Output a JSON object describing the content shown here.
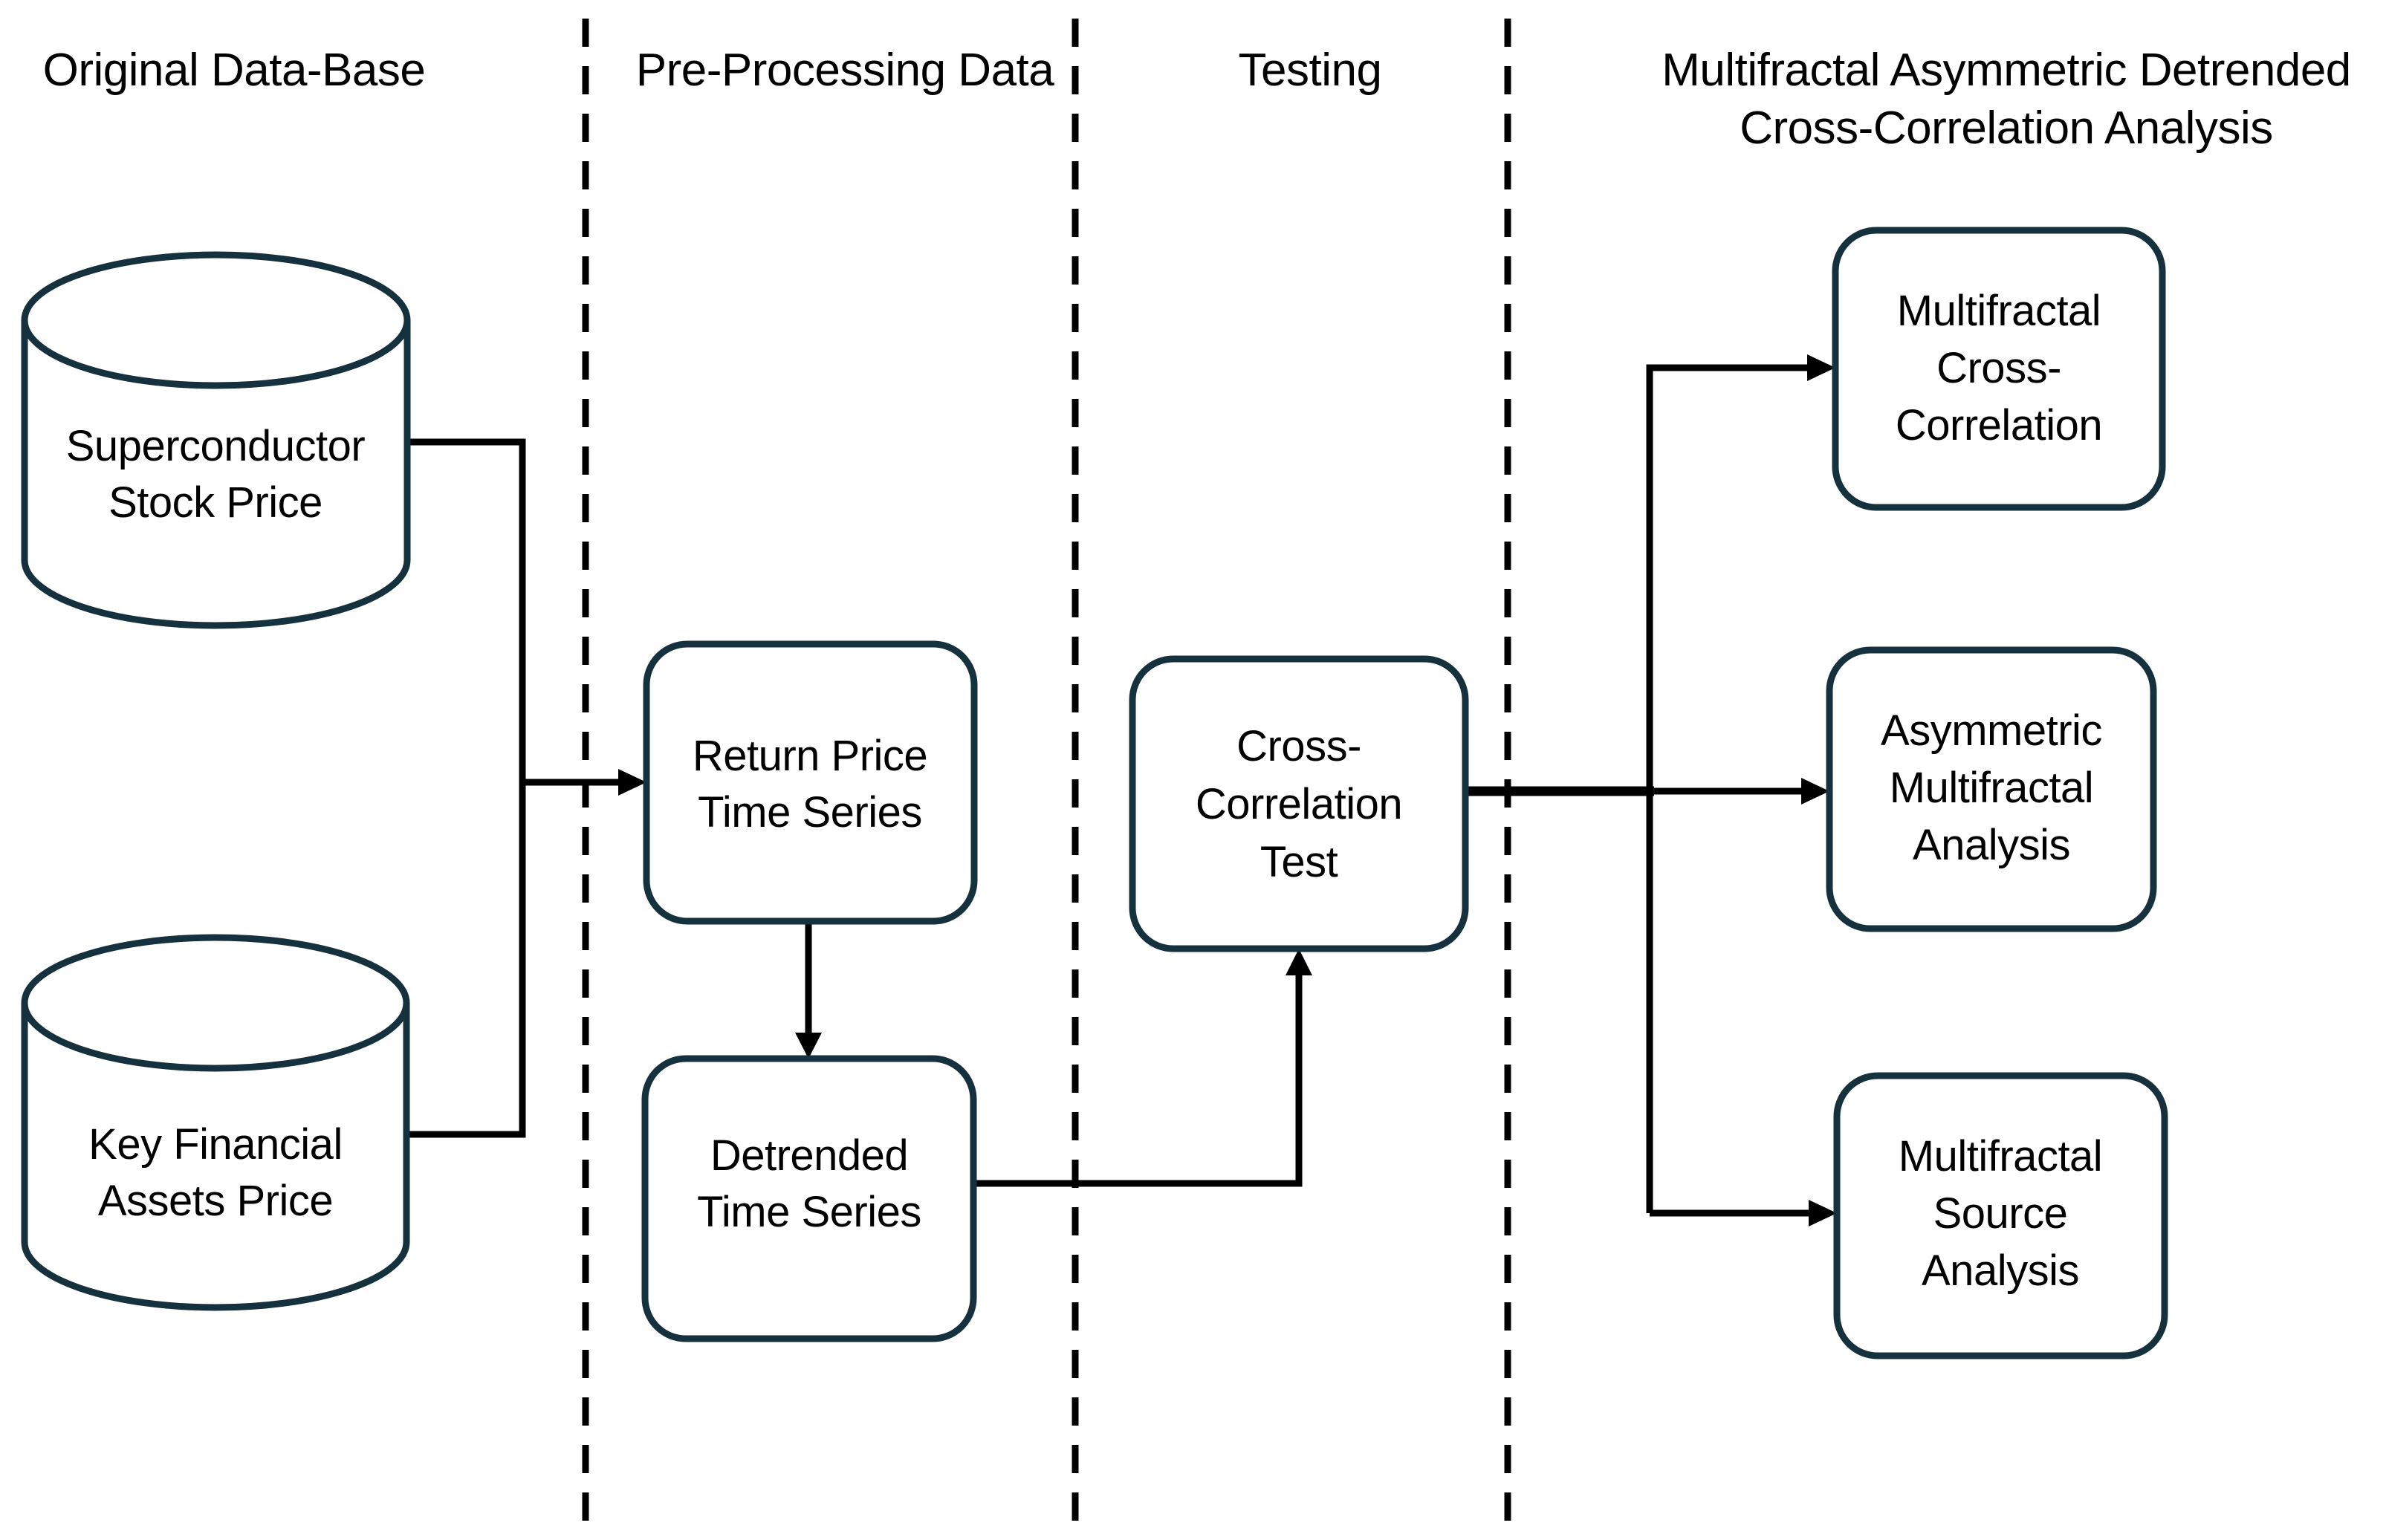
{
  "palette": {
    "ink": "#000000",
    "shape_stroke": "#16313e",
    "background": "#ffffff"
  },
  "lanes": [
    {
      "id": "original-database",
      "title_lines": [
        "Original Data-Base"
      ]
    },
    {
      "id": "preprocessing",
      "title_lines": [
        "Pre-Processing Data"
      ]
    },
    {
      "id": "testing",
      "title_lines": [
        "Testing"
      ]
    },
    {
      "id": "madcca",
      "title_lines": [
        "Multifractal Asymmetric Detrended",
        "Cross-Correlation Analysis"
      ]
    }
  ],
  "nodes": {
    "superconductor": {
      "type": "database",
      "lines": [
        "Superconductor",
        "Stock Price"
      ]
    },
    "key_financial": {
      "type": "database",
      "lines": [
        "Key Financial",
        "Assets Price"
      ]
    },
    "return_price": {
      "type": "process",
      "lines": [
        "Return Price",
        "Time Series"
      ]
    },
    "detrended": {
      "type": "process",
      "lines": [
        "Detrended",
        "Time Series"
      ]
    },
    "cross_correlation_test": {
      "type": "process",
      "lines": [
        "Cross-",
        "Correlation",
        "Test"
      ]
    },
    "mf_cross_correlation": {
      "type": "process",
      "lines": [
        "Multifractal",
        "Cross-",
        "Correlation"
      ]
    },
    "asym_mf_analysis": {
      "type": "process",
      "lines": [
        "Asymmetric",
        "Multifractal",
        "Analysis"
      ]
    },
    "mf_source_analysis": {
      "type": "process",
      "lines": [
        "Multifractal",
        "Source",
        "Analysis"
      ]
    }
  }
}
